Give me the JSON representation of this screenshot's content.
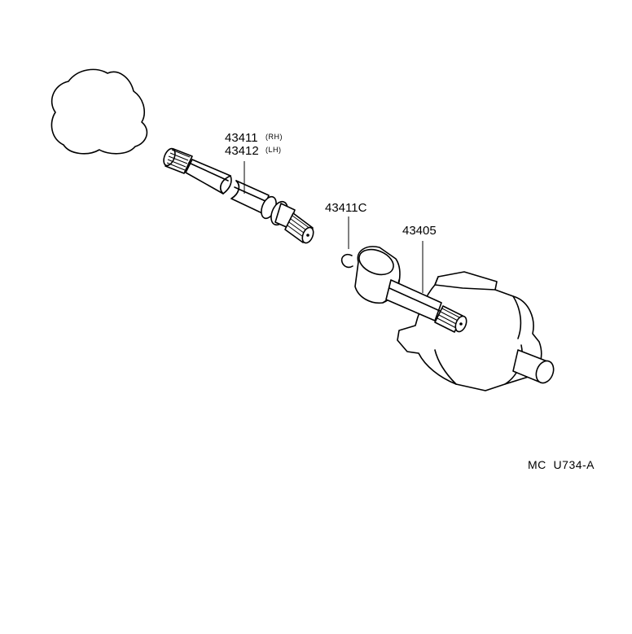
{
  "diagram": {
    "parts": {
      "inboard_shaft_rh": {
        "number": "43411",
        "side": "(RH)"
      },
      "inboard_shaft_lh": {
        "number": "43412",
        "side": "(LH)"
      },
      "snap_ring": {
        "number": "43411C"
      },
      "joint_assembly": {
        "number": "43405"
      }
    },
    "figure_code": "MC  U734-A"
  }
}
